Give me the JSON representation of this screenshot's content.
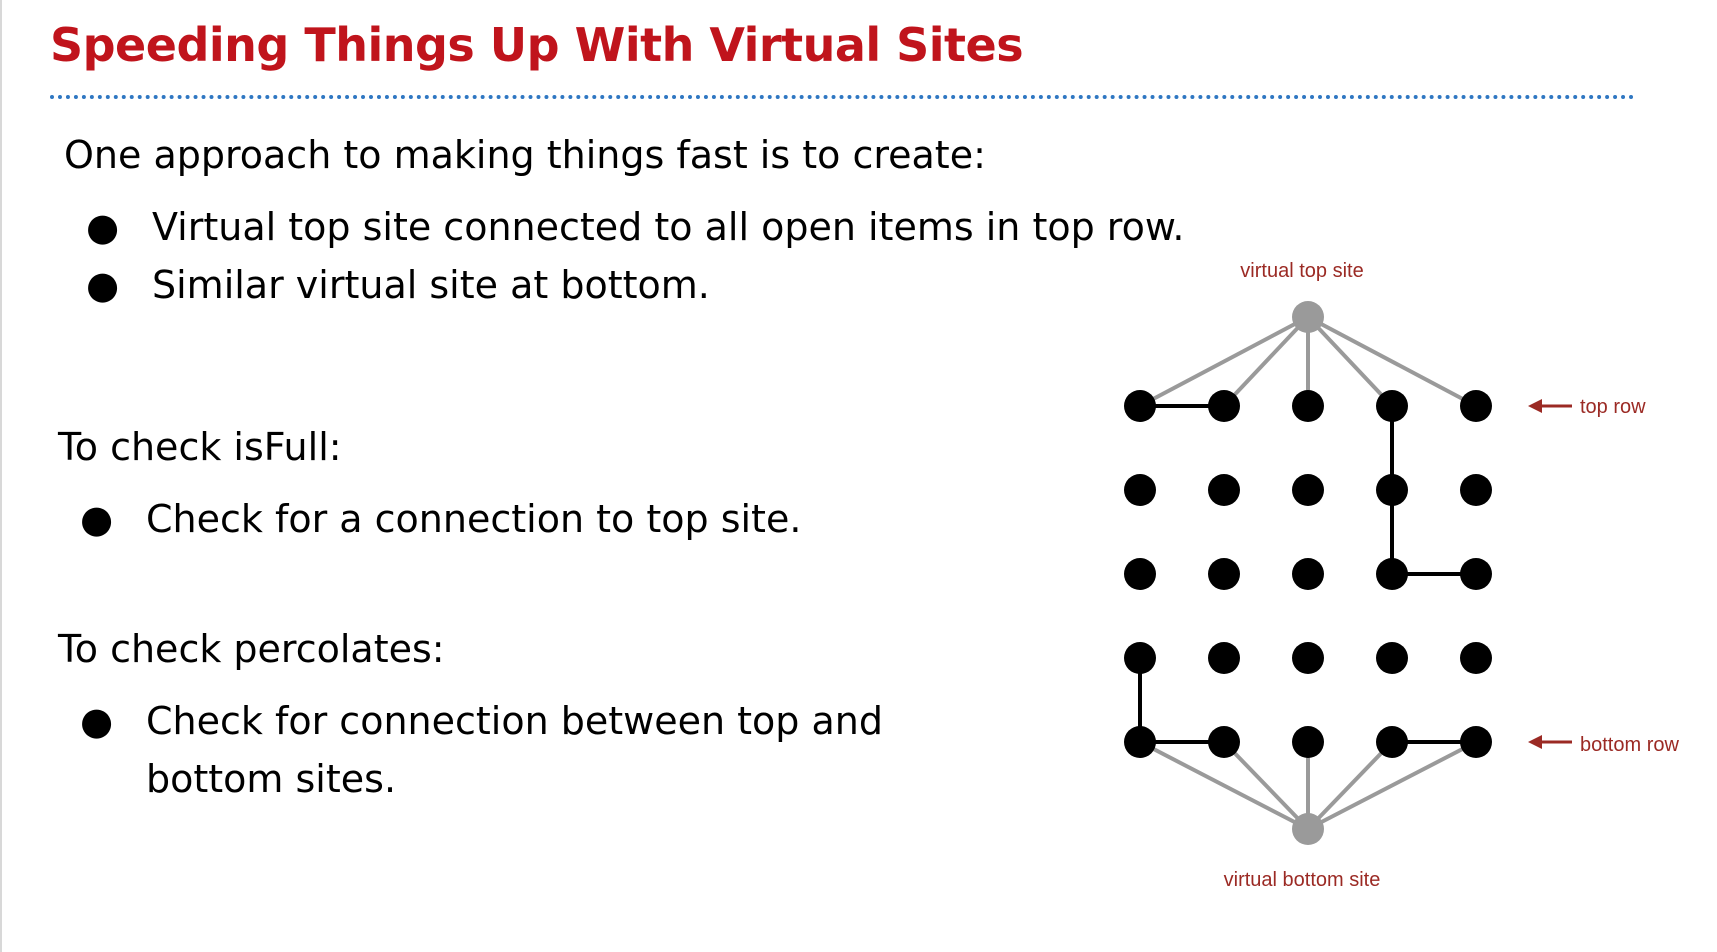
{
  "slide": {
    "title": "Speeding Things Up With Virtual Sites",
    "intro": "One approach to making things fast is to create:",
    "intro_bullets": [
      "Virtual top site connected to all open items in top row.",
      "Similar virtual site at bottom."
    ],
    "isfull_heading": "To check isFull:",
    "isfull_bullets": [
      "Check for a connection to top site."
    ],
    "percolates_heading": "To check percolates:",
    "percolates_bullets": [
      "Check for connection between top and",
      "bottom sites."
    ],
    "bullet_glyph": "●"
  },
  "diagram": {
    "labels": {
      "virtual_top": "virtual top site",
      "virtual_bottom": "virtual bottom site",
      "top_row": "top row",
      "bottom_row": "bottom row"
    },
    "grid": {
      "rows": 5,
      "cols": 5
    },
    "open_connections": [
      [
        [
          0,
          0
        ],
        [
          0,
          1
        ]
      ],
      [
        [
          0,
          3
        ],
        [
          1,
          3
        ]
      ],
      [
        [
          1,
          3
        ],
        [
          2,
          3
        ]
      ],
      [
        [
          2,
          3
        ],
        [
          2,
          4
        ]
      ],
      [
        [
          3,
          0
        ],
        [
          4,
          0
        ]
      ],
      [
        [
          4,
          0
        ],
        [
          4,
          1
        ]
      ],
      [
        [
          4,
          3
        ],
        [
          4,
          4
        ]
      ]
    ],
    "virtual_top_links": [
      0,
      1,
      2,
      3,
      4
    ],
    "virtual_bottom_links": [
      0,
      1,
      2,
      3,
      4
    ],
    "colors": {
      "site": "#000000",
      "virtual_site": "#9a9a9a",
      "virtual_link": "#9a9a9a",
      "connection": "#000000",
      "label": "#9b2a24",
      "arrow": "#9b2a24"
    }
  }
}
